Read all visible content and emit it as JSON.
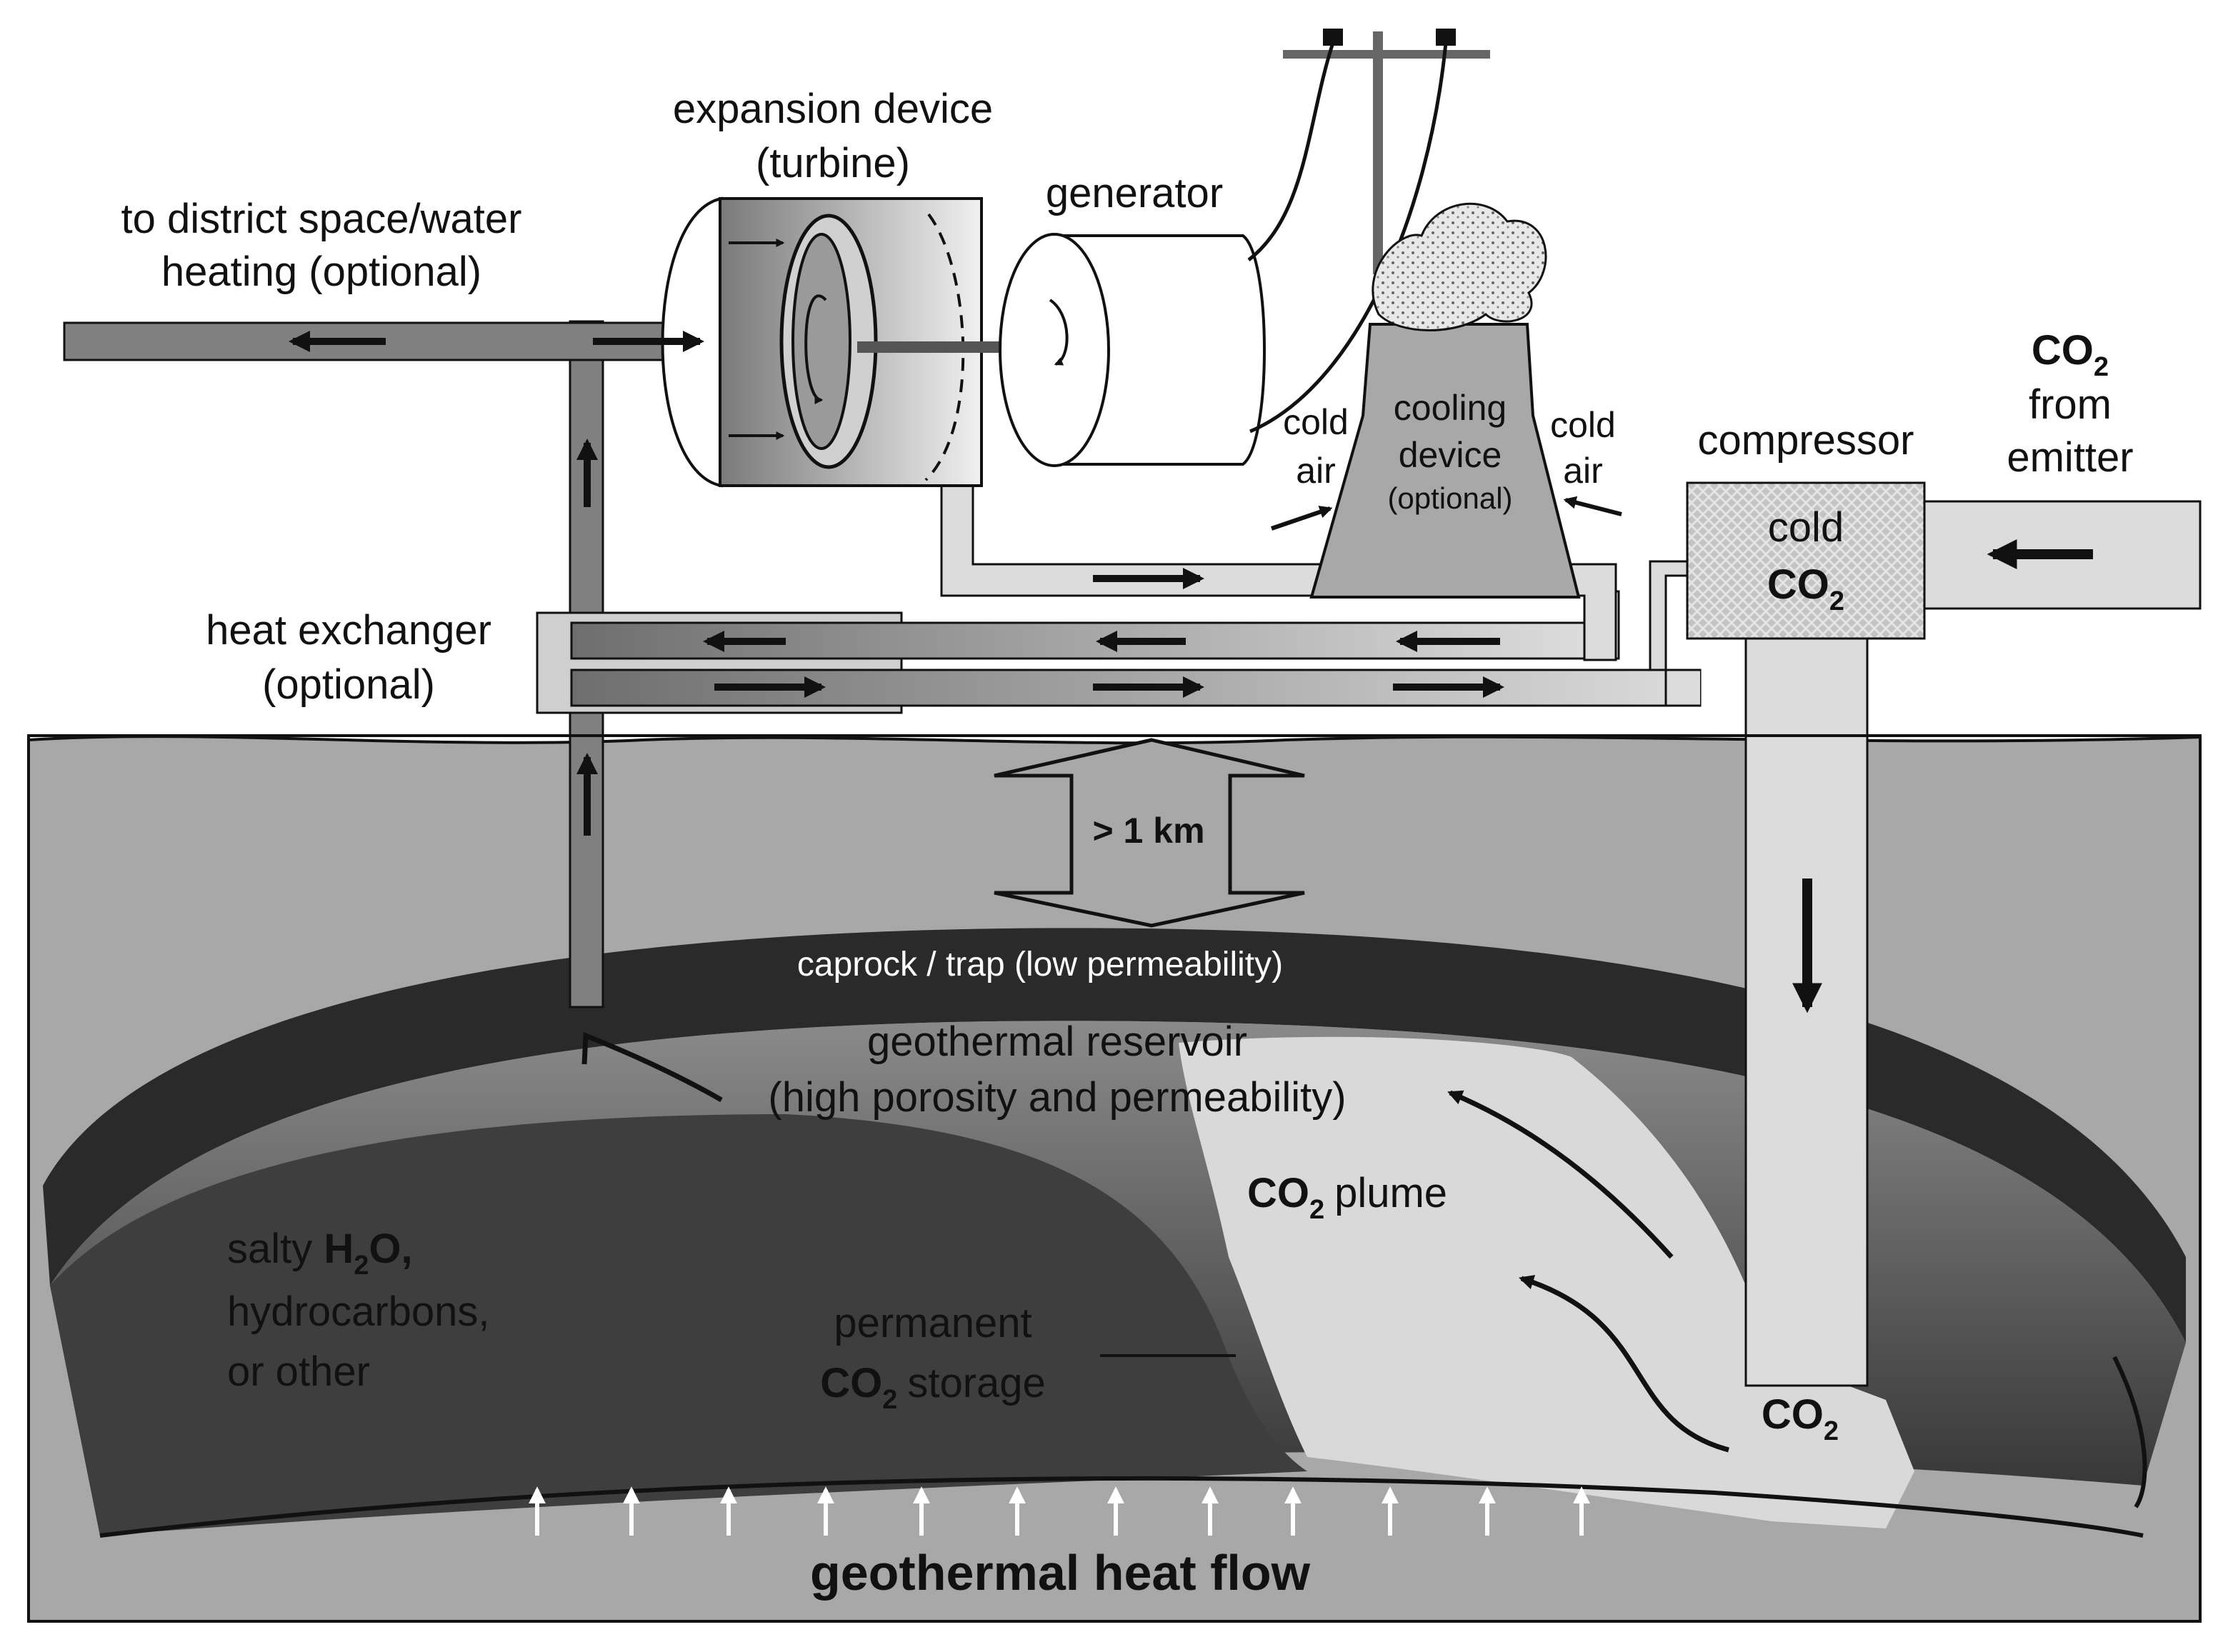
{
  "labels": {
    "expansion_device_1": "expansion device",
    "expansion_device_2": "(turbine)",
    "generator": "generator",
    "district_1": "to district space/water",
    "district_2": "heating (optional)",
    "co2_main": "CO",
    "co2_sub": "2",
    "from": "from",
    "emitter": "emitter",
    "compressor": "compressor",
    "cold": "cold",
    "cold_air_left_1": "cold",
    "cold_air_left_2": "air",
    "cold_air_right_1": "cold",
    "cold_air_right_2": "air",
    "cooling_1": "cooling",
    "cooling_2": "device",
    "cooling_3": "(optional)",
    "heat_exchanger_1": "heat exchanger",
    "heat_exchanger_2": "(optional)",
    "depth": "> 1 km",
    "caprock": "caprock / trap (low permeability)",
    "reservoir_1": "geothermal reservoir",
    "reservoir_2": "(high porosity and permeability)",
    "plume_suffix": "plume",
    "salty_prefix": "salty ",
    "h2o_h": "H",
    "h2o_sub": "2",
    "h2o_o": "O,",
    "hydrocarbons": "hydrocarbons,",
    "or_other": "or other",
    "permanent": "permanent",
    "storage_suffix": "storage",
    "heat_flow": "geothermal heat flow"
  },
  "colors": {
    "ground": "#a8a8a8",
    "caprock": "#2a2a2a",
    "reservoir_dark": "#555555",
    "plume": "#d9d9d9",
    "pipe_hot": "#808080",
    "pipe_cold": "#dcdcdc",
    "outline": "#111111"
  }
}
